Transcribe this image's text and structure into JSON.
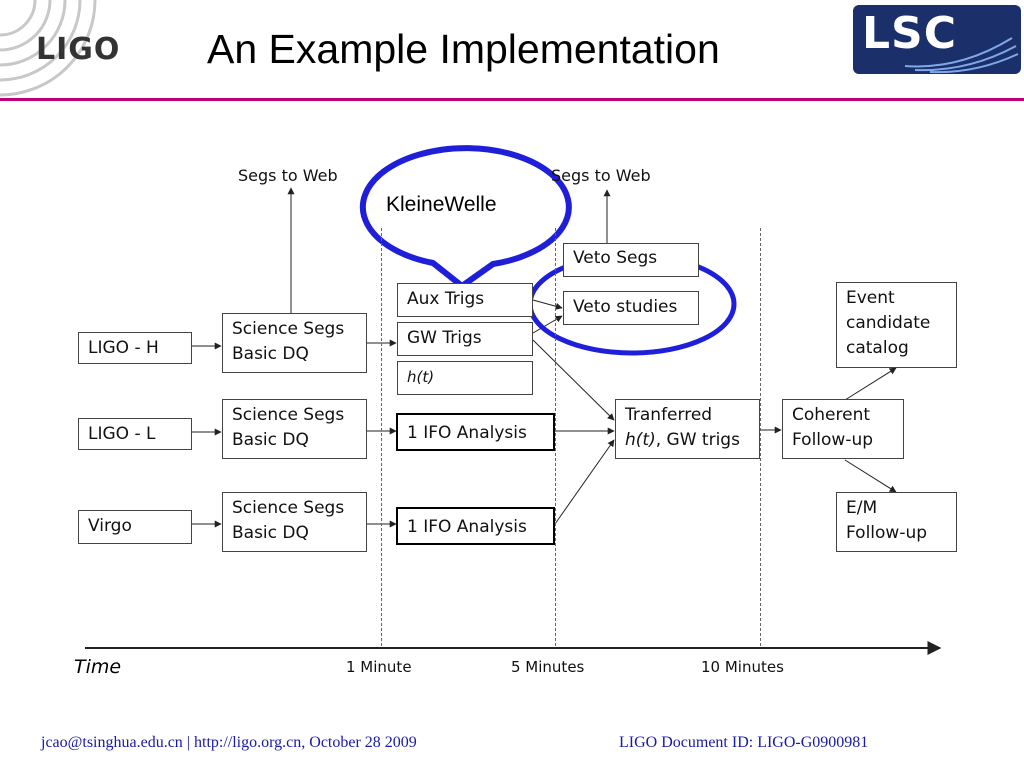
{
  "header": {
    "title": "An Example Implementation",
    "logo_left": "LIGO",
    "logo_right": "LSC",
    "accent_color": "#c0007a"
  },
  "diagram": {
    "segs_to_web_1": "Segs to Web",
    "segs_to_web_2": "Segs to Web",
    "callout": "KleineWelle",
    "ifo_h": "LIGO - H",
    "ifo_l": "LIGO - L",
    "ifo_v": "Virgo",
    "sci_line1": "Science Segs",
    "sci_line2": "Basic DQ",
    "aux_trigs": "Aux Trigs",
    "gw_trigs": "GW Trigs",
    "ht": "h(t)",
    "ifo_analysis_l": "1 IFO Analysis",
    "ifo_analysis_v": "1 IFO Analysis",
    "veto_segs": "Veto Segs",
    "veto_studies": "Veto studies",
    "transferred_line1": "Tranferred",
    "transferred_ht": "h(t)",
    "transferred_rest": ", GW trigs",
    "coherent_line1": "Coherent",
    "coherent_line2": "Follow-up",
    "event_line1": "Event",
    "event_line2": "candidate",
    "event_line3": "catalog",
    "em_line1": "E/M",
    "em_line2": "Follow-up",
    "time_label": "Time",
    "tick_1": "1 Minute",
    "tick_5": "5 Minutes",
    "tick_10": "10 Minutes"
  },
  "footer": {
    "left": "jcao@tsinghua.edu.cn | http://ligo.org.cn, October 28 2009",
    "right": "LIGO Document ID: LIGO-G0900981",
    "text_color": "#1a1aa6"
  }
}
